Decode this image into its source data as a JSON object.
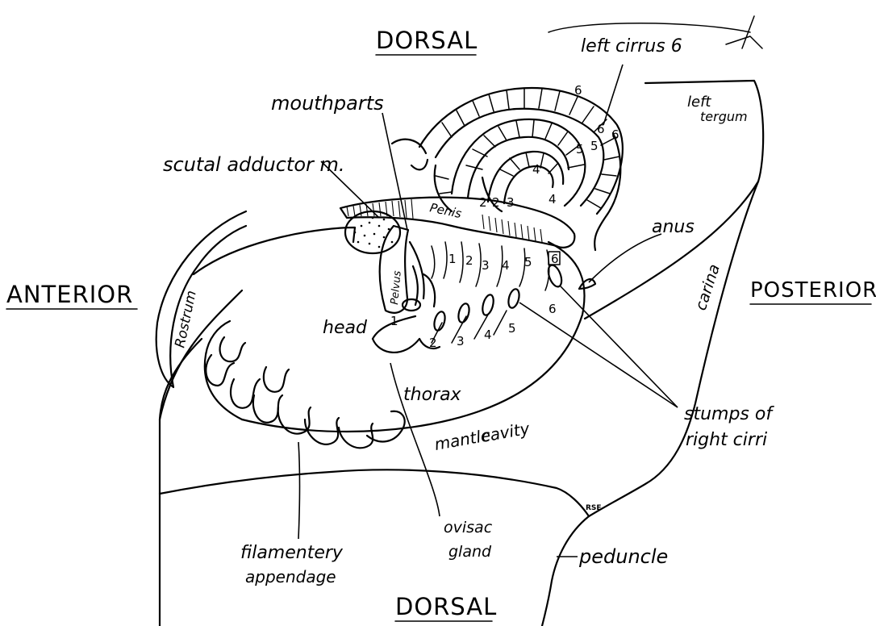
{
  "orientation": {
    "top": "DORSAL",
    "bottom": "DORSAL",
    "left": "ANTERIOR",
    "right": "POSTERIOR"
  },
  "labels": {
    "left_cirrus": "left cirrus 6",
    "mouthparts": "mouthparts",
    "left_tergum_line1": "left",
    "left_tergum_line2": "tergum",
    "scutal_adductor": "scutal adductor m.",
    "penis": "Penis",
    "pelvus": "Pelvus",
    "anus": "anus",
    "carina": "carina",
    "rostrum": "Rostrum",
    "head": "head",
    "thorax": "thorax",
    "mantle_cavity_line1": "mantle",
    "mantle_cavity_line2": "cavity",
    "stumps_line1": "stumps of",
    "stumps_line2": "right cirri",
    "filamentary_line1": "filamentery",
    "filamentary_line2": "appendage",
    "ovisac_line1": "ovisac",
    "ovisac_line2": "gland",
    "peduncle": "peduncle",
    "rse": "RSE"
  },
  "cirri_numbers": {
    "upper": [
      "1",
      "2",
      "3",
      "4",
      "5",
      "6"
    ],
    "lower": [
      "1",
      "2",
      "3",
      "4",
      "5",
      "6"
    ],
    "segments": [
      "2",
      "2",
      "3",
      "4",
      "4",
      "5",
      "5",
      "6",
      "6",
      "6"
    ]
  }
}
